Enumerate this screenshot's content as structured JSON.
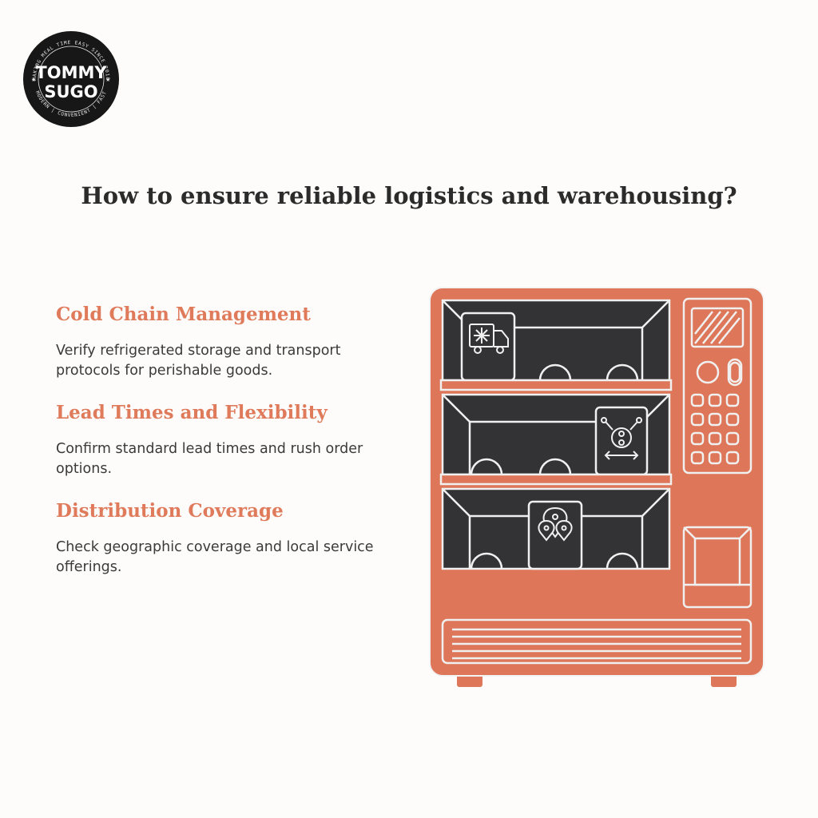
{
  "logo": {
    "line1": "TOMMY",
    "line2": "SUGO",
    "ring_top": "MAKING MEAL TIME EASY SINCE 2018",
    "ring_bottom": "MODERN | CONVENIENT | FAST",
    "icon": "logo-badge-icon"
  },
  "title": "How to ensure reliable logistics and warehousing?",
  "items": [
    {
      "title": "Cold Chain Management",
      "description": "Verify refrigerated storage and transport protocols for perishable goods.",
      "icon": "refrigerated-truck-icon"
    },
    {
      "title": "Lead Times and Flexibility",
      "description": "Confirm standard lead times and rush order options.",
      "icon": "flexibility-arrows-icon"
    },
    {
      "title": "Distribution Coverage",
      "description": "Check geographic coverage and local service offerings.",
      "icon": "location-pins-icon"
    }
  ],
  "colors": {
    "accent": "#df7a5a",
    "machine_body": "#de7759",
    "shelf_dark": "#333335",
    "title_text": "#2b2b2b",
    "body_text": "#3a3a3a",
    "background": "#fdfcfb"
  }
}
